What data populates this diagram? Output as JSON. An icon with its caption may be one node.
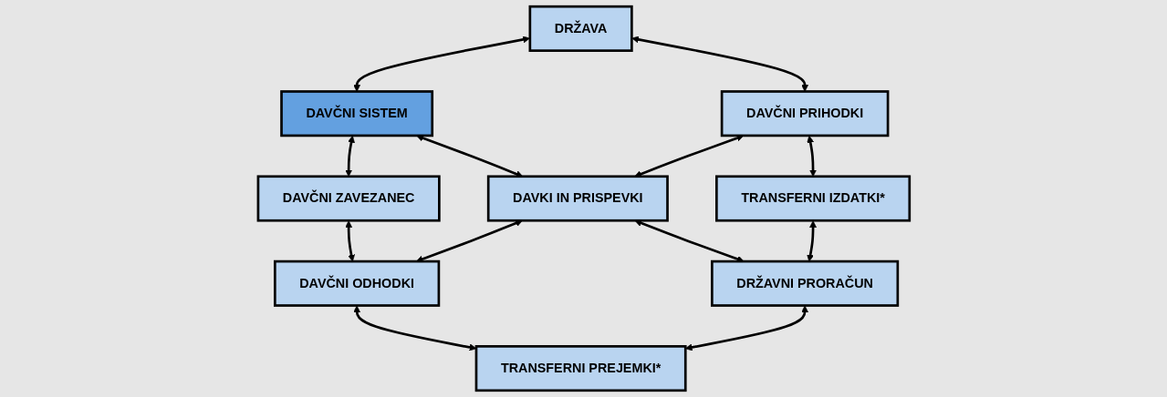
{
  "diagram": {
    "nodes": [
      {
        "text": [
          "DRŽAVA"
        ]
      },
      {
        "text": [
          "DAVČNI SISTEM"
        ]
      },
      {
        "text": [
          "DAVČNI ZAVEZANEC"
        ]
      },
      {
        "text": [
          "DAVČNI PRIHODKI"
        ]
      },
      {
        "text": [
          "DAVKI IN PRISPEVKI"
        ]
      },
      {
        "text": [
          "DAVČNI ODHODKI"
        ]
      },
      {
        "text": [
          "TRANSFERNI IZDATKI*"
        ]
      },
      {
        "text": [
          "DRŽAVNI PRORAČUN"
        ]
      },
      {
        "text": [
          "TRANSFERNI PREJEMKI*"
        ]
      }
    ],
    "edges": [
      {
        "from": 0,
        "to": 1,
        "arrow": "both"
      },
      {
        "from": 1,
        "to": 2,
        "arrow": "both"
      },
      {
        "from": 0,
        "to": 3,
        "arrow": "both"
      },
      {
        "from": 1,
        "to": 4,
        "arrow": "both"
      },
      {
        "from": 2,
        "to": 5,
        "arrow": "both"
      },
      {
        "from": 3,
        "to": 4,
        "arrow": "both"
      },
      {
        "from": 4,
        "to": 5,
        "arrow": "both"
      },
      {
        "from": 3,
        "to": 6,
        "arrow": "both"
      },
      {
        "from": 4,
        "to": 7,
        "arrow": "both"
      },
      {
        "from": 5,
        "to": 8,
        "arrow": "both"
      },
      {
        "from": 6,
        "to": 7,
        "arrow": "both"
      },
      {
        "from": 7,
        "to": 8,
        "arrow": "both"
      }
    ]
  }
}
